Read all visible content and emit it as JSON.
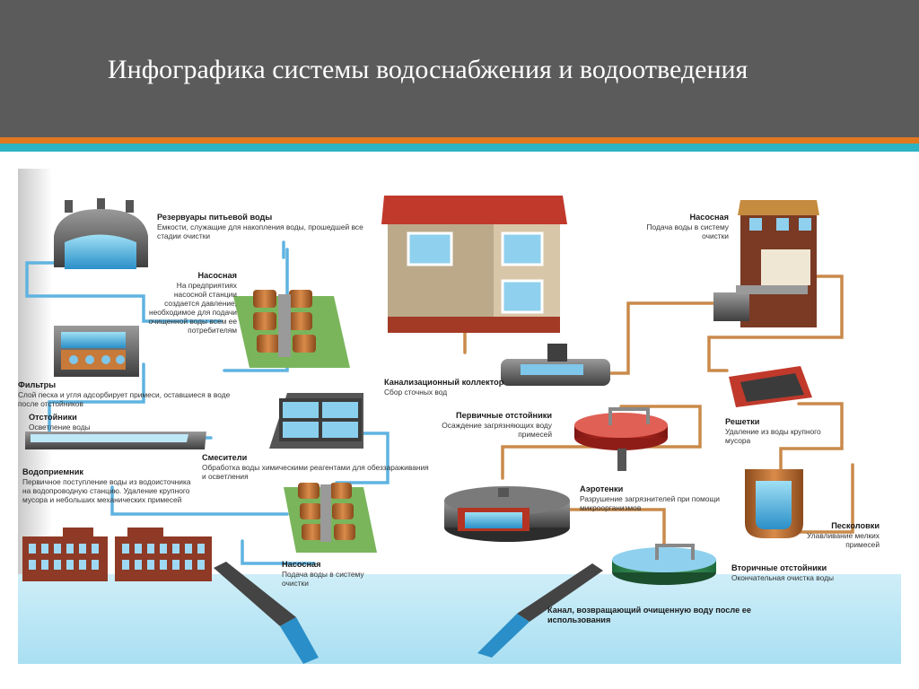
{
  "slide": {
    "title": "Инфографика системы водоснабжения и водоотведения"
  },
  "colors": {
    "header": "#5b5b5b",
    "stripe_orange": "#e0781f",
    "stripe_blue": "#2cb3c4",
    "pipe": "#5fb3e0",
    "sewer": "#c98a4a",
    "water": "#a9dff2"
  },
  "labels": {
    "reservoirs": {
      "title": "Резервуары питьевой воды",
      "desc": "Емкости, служащие для накопления воды, прошедшей все стадии очистки"
    },
    "pump_supply": {
      "title": "Насосная",
      "desc": "На предприятиях насосной станции создается давление, необходимое для подачи очищенной воды всем ее потребителям"
    },
    "filters": {
      "title": "Фильтры",
      "desc": "Слой песка и угля адсорбирует примеси, оставшиеся в воде после отстойников"
    },
    "settlers": {
      "title": "Отстойники",
      "desc": "Осветление воды"
    },
    "intake": {
      "title": "Водоприемник",
      "desc": "Первичное поступление воды из водоисточника на водопроводную станцию. Удаление крупного мусора и небольших механических примесей"
    },
    "mixers": {
      "title": "Смесители",
      "desc": "Обработка воды химическими реагентами для обеззараживания и осветления"
    },
    "pump_treatment": {
      "title": "Насосная",
      "desc": "Подача воды в систему очистки"
    },
    "sewer": {
      "title": "Канализационный коллектор",
      "desc": "Сбор сточных вод"
    },
    "pump_sewage": {
      "title": "Насосная",
      "desc": "Подача воды в систему очистки"
    },
    "grates": {
      "title": "Решетки",
      "desc": "Удаление из воды крупного мусора"
    },
    "primary": {
      "title": "Первичные отстойники",
      "desc": "Осаждение загрязняющих воду примесей"
    },
    "aerotanks": {
      "title": "Аэротенки",
      "desc": "Разрушение загрязнителей при помощи микроорганизмов"
    },
    "sandtraps": {
      "title": "Песколовки",
      "desc": "Улавливание мелких примесей"
    },
    "secondary": {
      "title": "Вторичные отстойники",
      "desc": "Окончательная очистка воды"
    },
    "canal": {
      "title": "",
      "desc": "Канал, возвращающий очищенную воду после ее использования"
    }
  }
}
